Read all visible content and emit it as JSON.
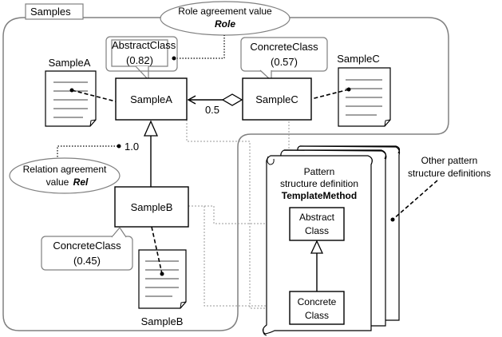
{
  "samples_tab": "Samples",
  "role_callout": {
    "line1": "Role agreement value",
    "line2": "Role"
  },
  "relation_callout": {
    "line1": "Relation agreement",
    "line2_prefix": "value ",
    "line2_emph": "Rel"
  },
  "relation_value": "1.0",
  "association_value": "0.5",
  "classes": {
    "sample_a": "SampleA",
    "sample_b": "SampleB",
    "sample_c": "SampleC"
  },
  "documents": {
    "sample_a": "SampleA",
    "sample_b": "SampleB",
    "sample_c": "SampleC"
  },
  "role_notes": {
    "sample_a": {
      "role": "AbstractClass",
      "value": "(0.82)"
    },
    "sample_c": {
      "role": "ConcreteClass",
      "value": "(0.57)"
    },
    "sample_b": {
      "role": "ConcreteClass",
      "value": "(0.45)"
    }
  },
  "pattern": {
    "line1": "Pattern",
    "line2": "structure definition",
    "name": "TemplateMethod",
    "abstract_line1": "Abstract",
    "abstract_line2": "Class",
    "concrete_line1": "Concrete",
    "concrete_line2": "Class"
  },
  "other_definitions": {
    "line1": "Other pattern",
    "line2": "structure definitions"
  }
}
